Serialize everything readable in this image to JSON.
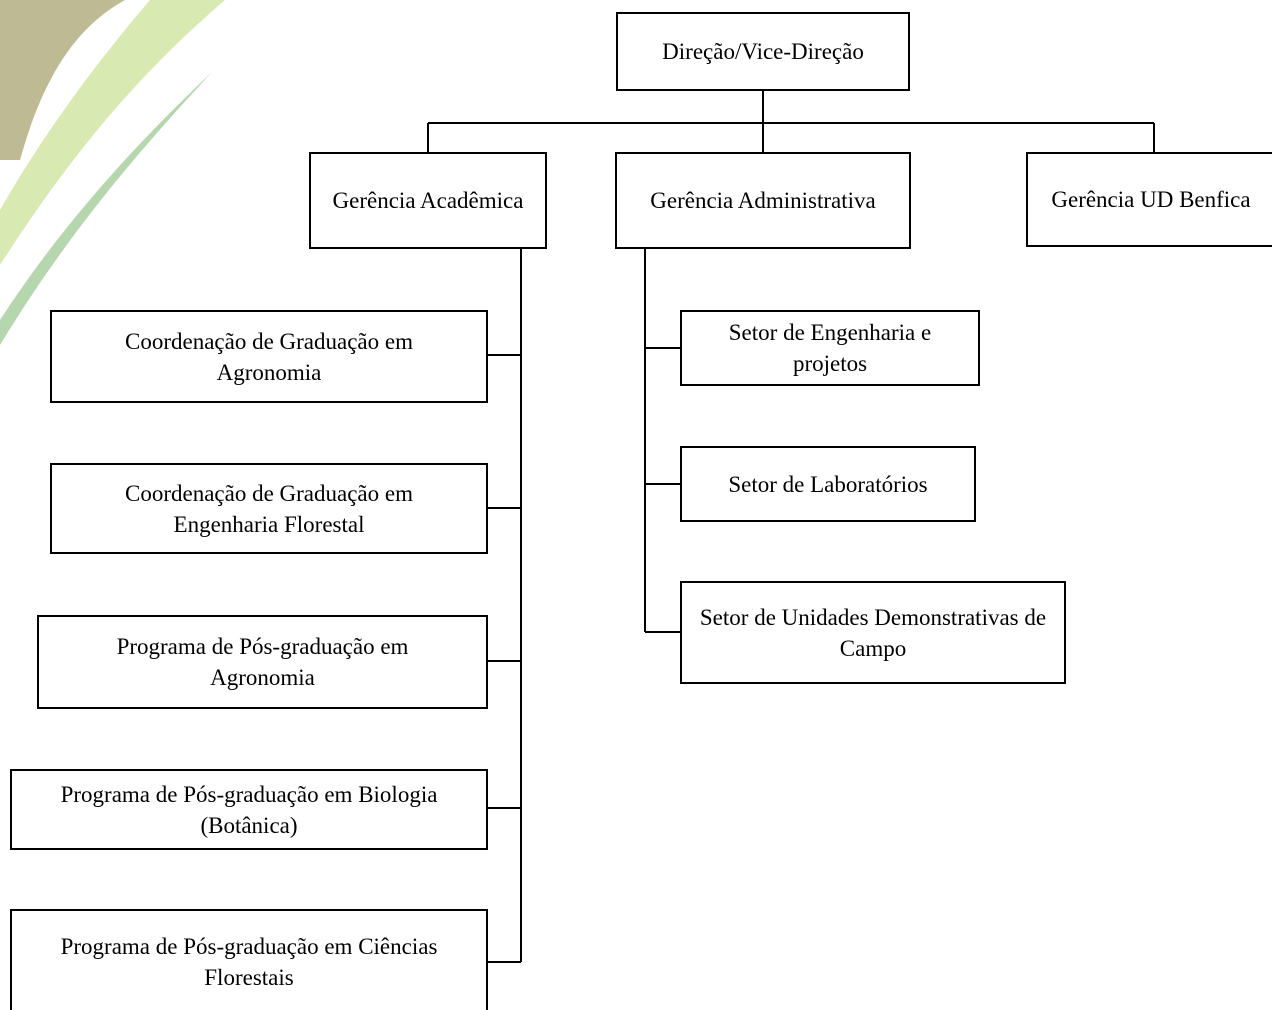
{
  "org_chart": {
    "root": {
      "label": "Direção/Vice-Direção"
    },
    "managements": [
      {
        "label": "Gerência Acadêmica"
      },
      {
        "label": "Gerência Administrativa"
      },
      {
        "label": "Gerência UD Benfica"
      }
    ],
    "academic_units": [
      {
        "label": "Coordenação de Graduação em Agronomia"
      },
      {
        "label": "Coordenação de Graduação em Engenharia Florestal"
      },
      {
        "label": "Programa de Pós-graduação em Agronomia"
      },
      {
        "label": "Programa de Pós-graduação em Biologia (Botânica)"
      },
      {
        "label": "Programa de Pós-graduação em Ciências Florestais"
      }
    ],
    "administrative_units": [
      {
        "label": "Setor de Engenharia e projetos"
      },
      {
        "label": "Setor de Laboratórios"
      },
      {
        "label": "Setor de Unidades Demonstrativas de Campo"
      }
    ]
  },
  "colors": {
    "box_border": "#000000",
    "connector": "#000000",
    "decor_olive": "#b7b387",
    "decor_lime": "#d4e7a8",
    "decor_green": "#a9cfa0"
  }
}
